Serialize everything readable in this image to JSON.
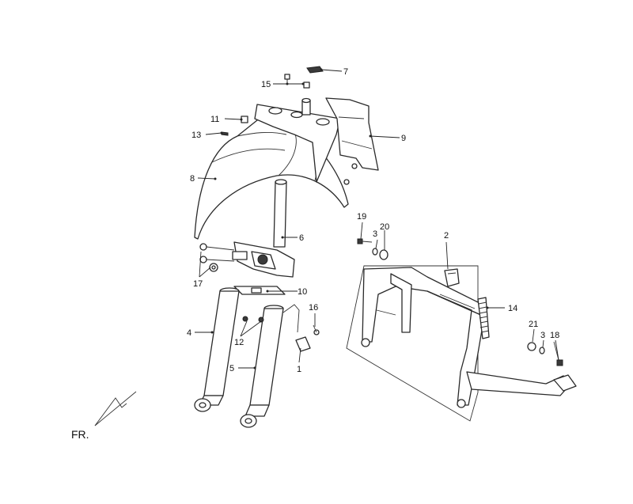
{
  "callouts": {
    "c1": "1",
    "c2": "2",
    "c3a": "3",
    "c3b": "3",
    "c4": "4",
    "c5": "5",
    "c6": "6",
    "c7": "7",
    "c8": "8",
    "c9": "9",
    "c10": "10",
    "c11": "11",
    "c12": "12",
    "c13": "13",
    "c14": "14",
    "c15": "15",
    "c16": "16",
    "c17": "17",
    "c18": "18",
    "c19": "19",
    "c20": "20",
    "c21": "21"
  },
  "orientation_label": "FR."
}
